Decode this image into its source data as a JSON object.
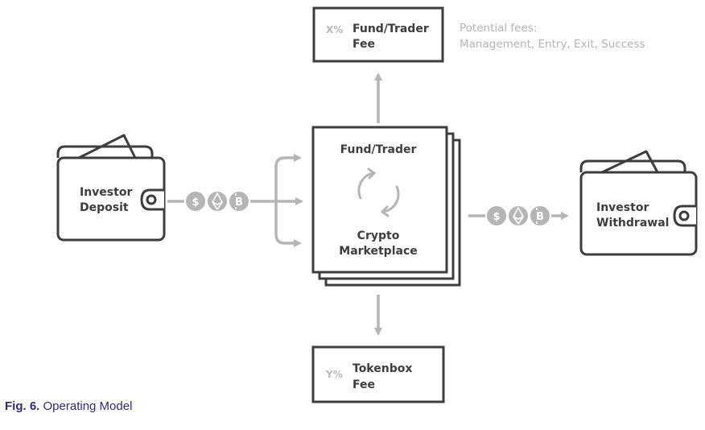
{
  "fund_fee": {
    "percent": "X%",
    "line1": "Fund/Trader",
    "line2": "Fee"
  },
  "fees_note": {
    "line1": "Potential fees:",
    "line2": "Management, Entry, Exit, Success"
  },
  "tokenbox_fee": {
    "percent": "Y%",
    "line1": "Tokenbox",
    "line2": "Fee"
  },
  "center": {
    "top_label": "Fund/Trader",
    "bottom_line1": "Crypto",
    "bottom_line2": "Marketplace",
    "cycle_icon": "refresh-cycle-icon"
  },
  "deposit": {
    "line1": "Investor",
    "line2": "Deposit",
    "icon": "wallet-icon"
  },
  "withdrawal": {
    "line1": "Investor",
    "line2": "Withdrawal",
    "icon": "wallet-icon"
  },
  "coins": [
    "$",
    "ETH",
    "B"
  ],
  "colors": {
    "stroke": "#3d3d3d",
    "gray": "#b5b5b5",
    "caption": "#2e2a78"
  },
  "caption": {
    "fig": "Fig. 6.",
    "title": "Operating Model"
  }
}
